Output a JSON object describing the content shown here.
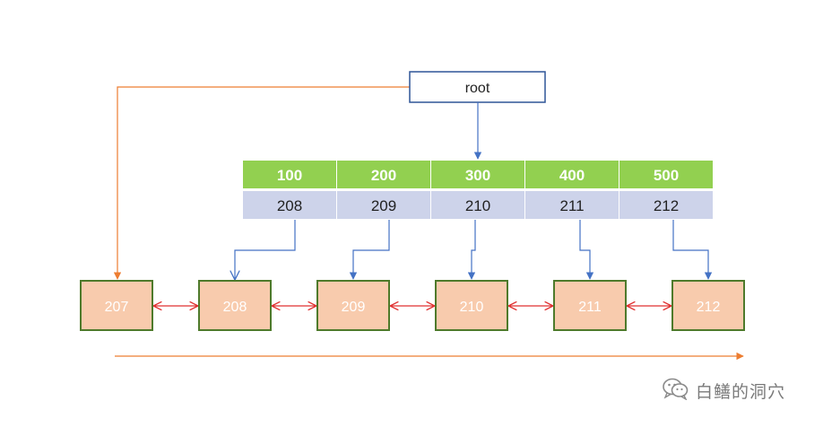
{
  "root": {
    "label": "root"
  },
  "internal_node": {
    "keys": [
      "100",
      "200",
      "300",
      "400",
      "500"
    ],
    "pointers": [
      "208",
      "209",
      "210",
      "211",
      "212"
    ]
  },
  "leaves": [
    "207",
    "208",
    "209",
    "210",
    "211",
    "212"
  ],
  "colors": {
    "key_fill": "#92D050",
    "pointer_fill": "#CDD3EA",
    "leaf_fill": "#F8CBAD",
    "leaf_border": "#4E7A2B",
    "blue_arrow": "#4472C4",
    "orange_arrow": "#ED7D31",
    "red_arrow": "#E03030",
    "root_border": "#2F5597"
  },
  "watermark": {
    "text": "白鳝的洞穴",
    "icon": "wechat-icon"
  }
}
